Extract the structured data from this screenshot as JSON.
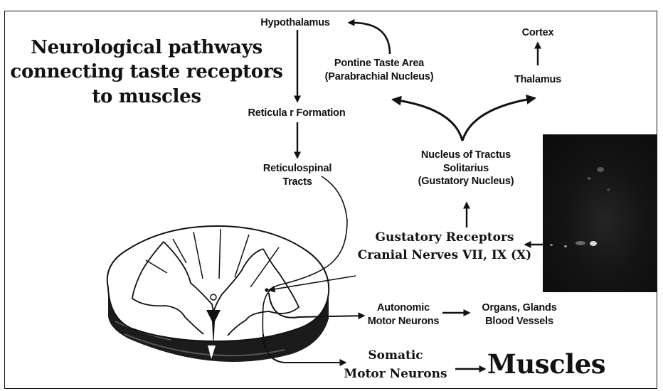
{
  "title": {
    "lines": [
      "Neurological pathways",
      "connecting taste receptors",
      "to muscles"
    ]
  },
  "nodes": {
    "hypothalamus": "Hypothalamus",
    "pontine_taste_area": [
      "Pontine Taste Area",
      "(Parabrachial Nucleus)"
    ],
    "cortex": "Cortex",
    "thalamus": "Thalamus",
    "reticular_formation": "Reticula r Formation",
    "reticulospinal_tracts": [
      "Reticulospinal",
      "Tracts"
    ],
    "nucleus_tractus_solitarius": [
      "Nucleus of Tractus",
      "Solitarius",
      "(Gustatory Nucleus)"
    ],
    "gustatory_receptors": [
      "Gustatory Receptors",
      "Cranial Nerves VII, IX (X)"
    ],
    "autonomic_motor_neurons": [
      "Autonomic",
      "Motor Neurons"
    ],
    "organs_glands": [
      "Organs, Glands",
      "Blood Vessels"
    ],
    "somatic_motor_neurons": [
      "Somatic",
      "Motor Neurons"
    ],
    "muscles": "Muscles"
  },
  "colors": {
    "ink": "#111111",
    "background": "#ffffff",
    "image_panel": "#141414"
  }
}
